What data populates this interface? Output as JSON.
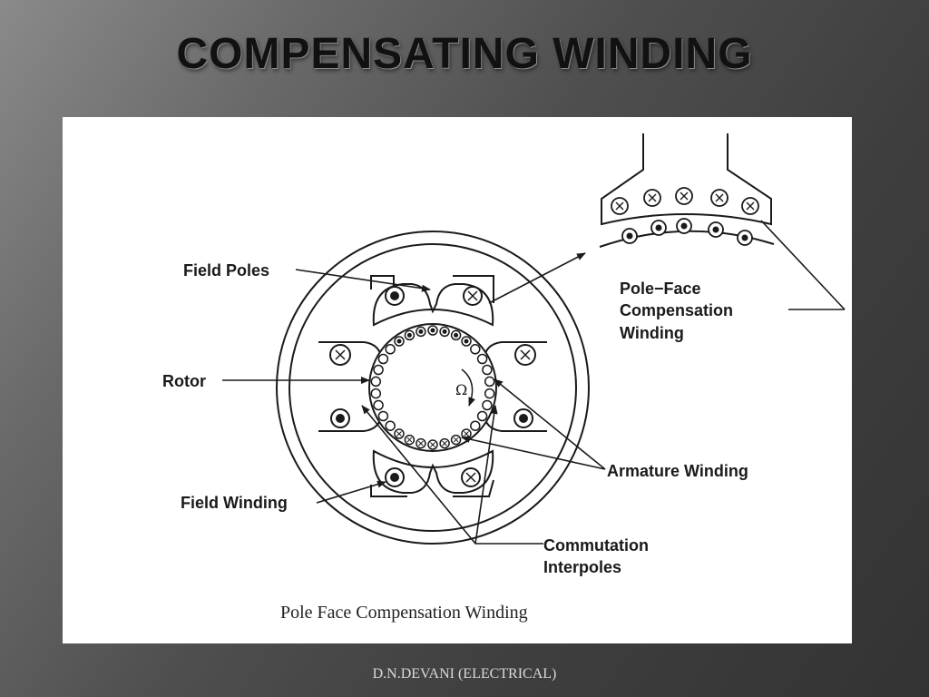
{
  "slide": {
    "title": "COMPENSATING WINDING",
    "footer": "D.N.DEVANI (ELECTRICAL)"
  },
  "diagram": {
    "labels": {
      "field_poles": "Field Poles",
      "rotor": "Rotor",
      "field_winding": "Field Winding",
      "pole_face_1": "Pole−Face",
      "pole_face_2": "Compensation",
      "pole_face_3": "Winding",
      "armature_winding": "Armature Winding",
      "commutation_1": "Commutation",
      "commutation_2": "Interpoles",
      "omega": "Ω"
    },
    "caption": "Pole Face Compensation Winding",
    "symbols": {
      "dot": "current-out-of-page",
      "cross": "current-into-page"
    }
  }
}
